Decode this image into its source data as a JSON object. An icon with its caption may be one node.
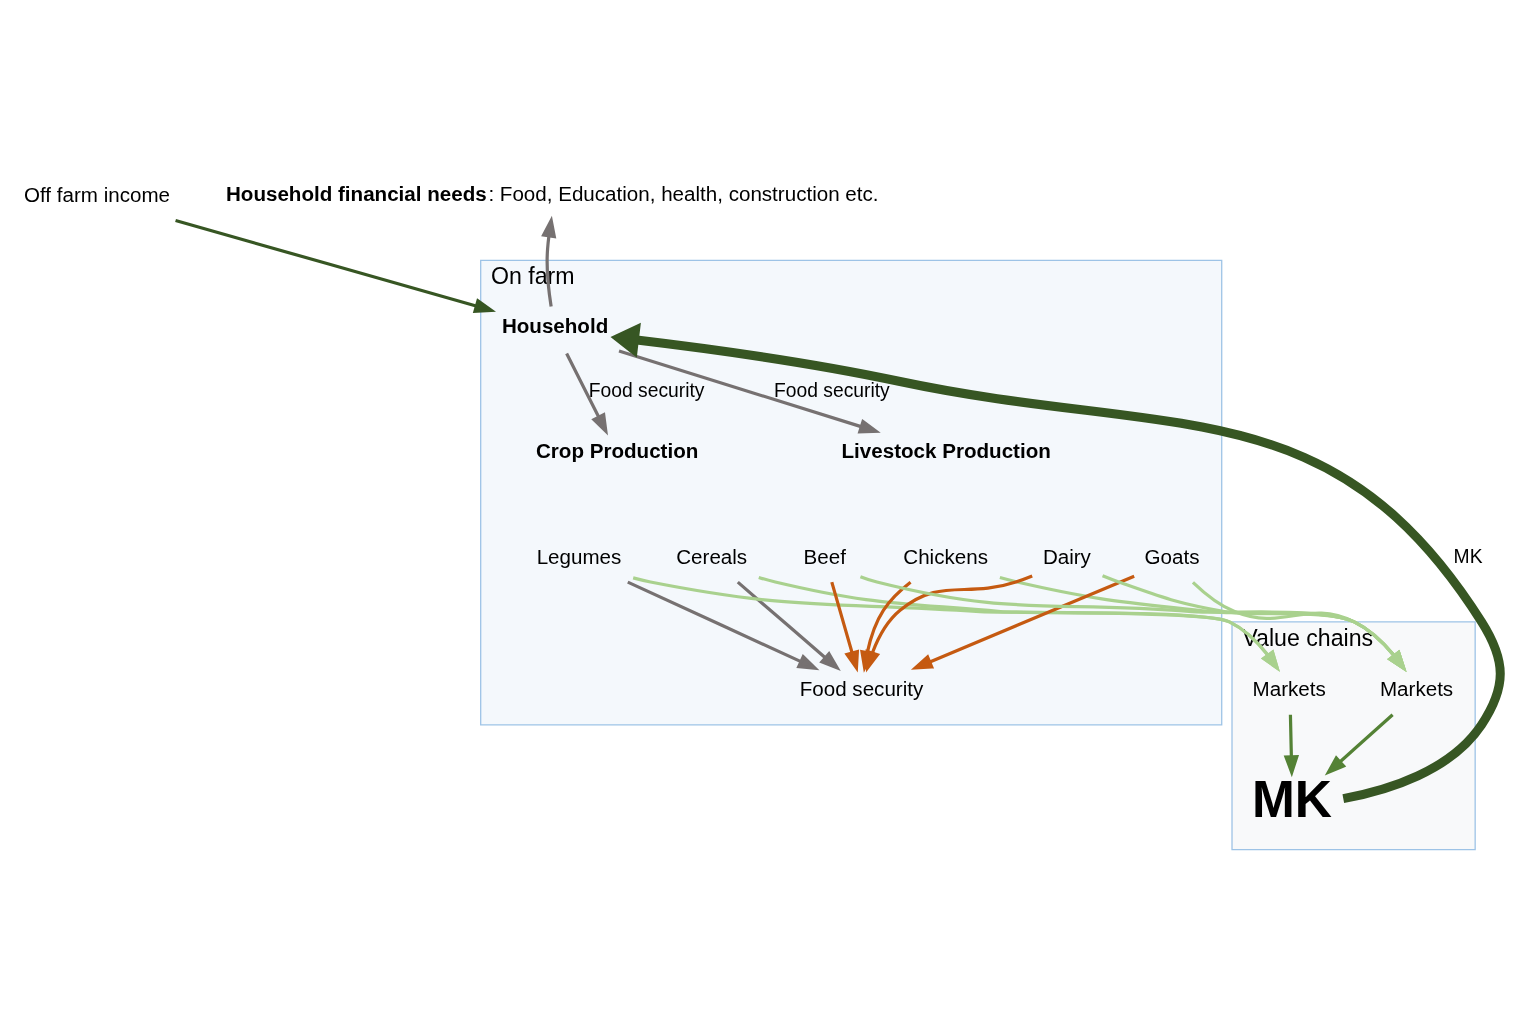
{
  "diagram": {
    "nodes": [
      {
        "text": [
          "On farm"
        ]
      },
      {
        "text": [
          "Value chains"
        ]
      },
      {
        "text": [
          "Off farm income"
        ]
      },
      {
        "text": [
          "**Household financial needs**: Food, Education, health, construction etc."
        ]
      },
      {
        "text": [
          "Household"
        ],
        "in": 0
      },
      {
        "text": [
          "Crop Production"
        ],
        "in": 0
      },
      {
        "text": [
          "Livestock Production"
        ],
        "in": 0
      },
      {
        "text": [
          "Cereals"
        ],
        "in": 0
      },
      {
        "text": [
          "Legumes"
        ],
        "in": 0
      },
      {
        "text": [
          "Food security"
        ],
        "in": 0
      },
      {
        "text": [
          "Chickens"
        ],
        "in": 0
      },
      {
        "text": [
          "Goats"
        ],
        "in": 0
      },
      {
        "text": [
          "Dairy"
        ],
        "in": 0
      },
      {
        "text": [
          "Beef"
        ],
        "in": 0
      },
      {
        "text": [
          "Markets"
        ],
        "in": 1
      },
      {
        "text": [
          "Markets"
        ],
        "in": 1
      },
      {
        "text": [
          "MK"
        ],
        "in": 1
      }
    ],
    "edges": [
      {
        "from": 2,
        "to": 4,
        "arrow": "to",
        "color": "#375623"
      },
      {
        "from": 4,
        "to": 3,
        "arrow": "to",
        "color": "#767171"
      },
      {
        "from": 4,
        "to": 5,
        "arrow": "to",
        "label": "Food security",
        "color": "#767171"
      },
      {
        "from": 4,
        "to": 6,
        "arrow": "to",
        "label": "Food security",
        "color": "#767171"
      },
      {
        "from": 7,
        "to": 9,
        "arrow": "to",
        "color": "#767171"
      },
      {
        "from": 8,
        "to": 9,
        "arrow": "to",
        "color": "#767171"
      },
      {
        "from": 10,
        "to": 9,
        "arrow": "to",
        "color": "#c55a11"
      },
      {
        "from": 11,
        "to": 9,
        "arrow": "to",
        "color": "#c55a11"
      },
      {
        "from": 12,
        "to": 9,
        "arrow": "to",
        "color": "#c55a11"
      },
      {
        "from": 13,
        "to": 9,
        "arrow": "to",
        "color": "#c55a11"
      },
      {
        "from": 7,
        "to": 14,
        "arrow": "to",
        "color": "#a9d18e"
      },
      {
        "from": 8,
        "to": 14,
        "arrow": "to",
        "color": "#a9d18e"
      },
      {
        "from": 10,
        "to": 15,
        "arrow": "to",
        "color": "#a9d18e"
      },
      {
        "from": 11,
        "to": 15,
        "arrow": "to",
        "color": "#a9d18e"
      },
      {
        "from": 12,
        "to": 15,
        "arrow": "to",
        "color": "#a9d18e"
      },
      {
        "from": 13,
        "to": 15,
        "arrow": "to",
        "color": "#a9d18e"
      },
      {
        "from": 14,
        "to": 16,
        "arrow": "to",
        "color": "#548235"
      },
      {
        "from": 15,
        "to": 16,
        "arrow": "to",
        "color": "#548235"
      },
      {
        "from": 16,
        "to": 4,
        "arrow": "to",
        "label": "MK",
        "style": "thick",
        "color": "#375623"
      }
    ]
  }
}
